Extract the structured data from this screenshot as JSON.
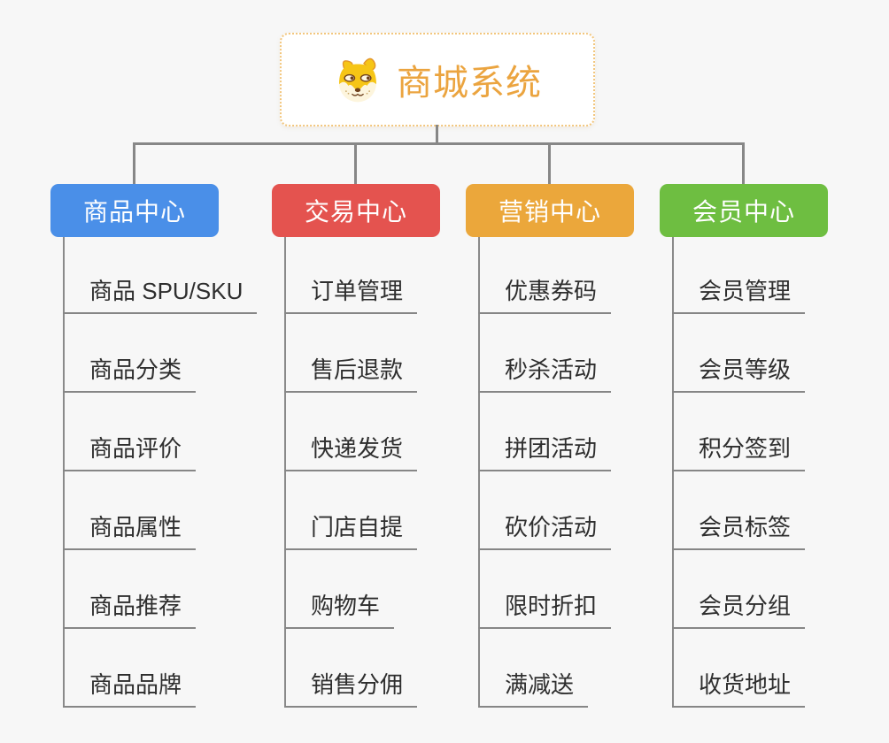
{
  "root": {
    "label": "商城系统",
    "icon": "dog-face-icon",
    "text_color": "#eba43f",
    "border_color": "#f2c67d"
  },
  "branches": [
    {
      "label": "商品中心",
      "color": "#4a8fe8",
      "children": [
        "商品 SPU/SKU",
        "商品分类",
        "商品评价",
        "商品属性",
        "商品推荐",
        "商品品牌"
      ]
    },
    {
      "label": "交易中心",
      "color": "#e4534f",
      "children": [
        "订单管理",
        "售后退款",
        "快递发货",
        "门店自提",
        "购物车",
        "销售分佣"
      ]
    },
    {
      "label": "营销中心",
      "color": "#eba73b",
      "children": [
        "优惠券码",
        "秒杀活动",
        "拼团活动",
        "砍价活动",
        "限时折扣",
        "满减送"
      ]
    },
    {
      "label": "会员中心",
      "color": "#6ebe41",
      "children": [
        "会员管理",
        "会员等级",
        "积分签到",
        "会员标签",
        "会员分组",
        "收货地址"
      ]
    }
  ],
  "colors": {
    "background": "#f7f7f7",
    "connector_line": "#878787",
    "leaf_underline": "#868686",
    "leaf_text": "#2e2e2e",
    "branch_text": "#ffffff"
  }
}
